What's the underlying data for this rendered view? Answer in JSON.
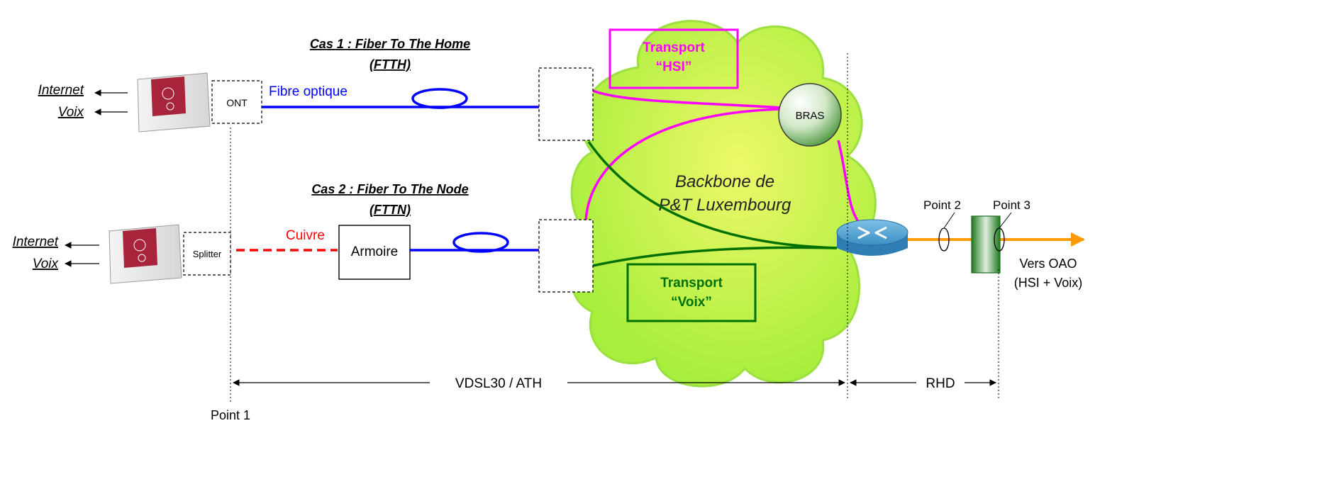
{
  "case1": {
    "title": "Cas 1 : Fiber To The Home",
    "abbr": "(FTTH)"
  },
  "case2": {
    "title": "Cas 2 : Fiber To The Node",
    "abbr": "(FTTN)"
  },
  "home1": {
    "internet": "Internet",
    "voix": "Voix",
    "box_label": "ONT",
    "link_label": "Fibre optique"
  },
  "home2": {
    "internet": "Internet",
    "voix": "Voix",
    "box_label": "Splitter",
    "link_label": "Cuivre",
    "cabinet_label": "Armoire"
  },
  "cloud": {
    "line1": "Backbone de",
    "line2": "P&T Luxembourg"
  },
  "transport_hsi": {
    "line1": "Transport",
    "line2": "“HSI”"
  },
  "transport_voix": {
    "line1": "Transport",
    "line2": "“Voix”"
  },
  "bras": "BRAS",
  "points": {
    "p1": "Point 1",
    "p2": "Point 2",
    "p3": "Point 3"
  },
  "destination": {
    "line1": "Vers OAO",
    "line2": "(HSI + Voix)"
  },
  "spans": {
    "vdsl": "VDSL30 / ATH",
    "rhd": "RHD"
  },
  "colors": {
    "fiber": "#0000ff",
    "copper": "#ff0000",
    "hsi": "#ff00ff",
    "voix": "#007000",
    "arrow": "#ff9900",
    "cloud": "#b8f040"
  },
  "icons": {
    "modem": "modem-icon",
    "router": "router-icon",
    "connector": "connector-icon",
    "fiber_coil": "fiber-coil-icon"
  }
}
